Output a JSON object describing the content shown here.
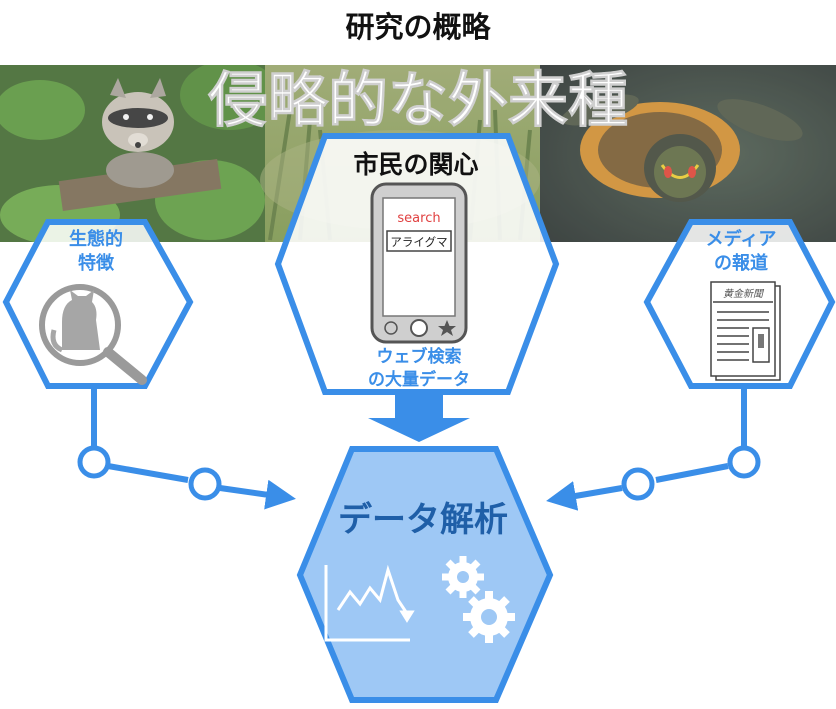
{
  "header": {
    "title": "研究の概略"
  },
  "banner": {
    "title": "侵略的な外来種"
  },
  "nodes": {
    "biology": {
      "line1": "生態的",
      "line2": "特徴"
    },
    "citizen": {
      "title": "市民の関心",
      "caption_line1": "ウェブ検索",
      "caption_line2": "の大量データ"
    },
    "media": {
      "line1": "メディア",
      "line2": "の報道"
    },
    "analysis": {
      "title": "データ解析"
    }
  },
  "phone": {
    "search_label": "search",
    "query": "アライグマ"
  },
  "newspaper": {
    "name": "黄金新聞"
  },
  "icons": {
    "biology": "magnifier-with-cat-icon",
    "phone": "smartphone-icon",
    "newspaper": "newspaper-icon",
    "chart": "line-chart-icon",
    "gears": "gears-icon"
  },
  "colors": {
    "accent": "#3a8ee8",
    "hex_fill": "#9ec8f5",
    "analysis_text": "#1f5fa8",
    "node_text": "#3a8ee8",
    "banner_text": "#ffffff"
  }
}
